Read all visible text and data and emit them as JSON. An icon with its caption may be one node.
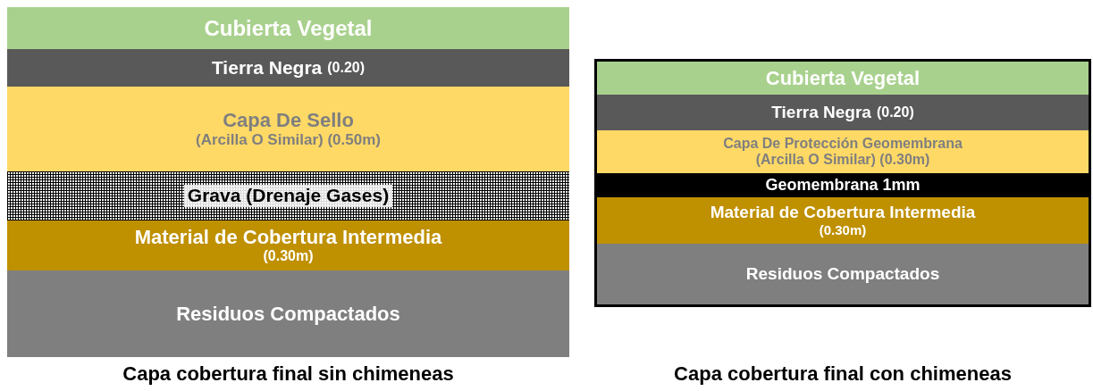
{
  "diagram": {
    "nodes": [
      {
        "text": [
          "Cubierta Vegetal"
        ]
      },
      {
        "text": [
          "Tierra Negra",
          "(0.20)"
        ]
      },
      {
        "text": [
          "Capa De Sello",
          "(Arcilla O Similar) (0.50m)"
        ]
      },
      {
        "text": [
          "Grava (Drenaje Gases)"
        ]
      },
      {
        "text": [
          "Material de Cobertura Intermedia",
          "(0.30m)"
        ]
      },
      {
        "text": [
          "Residuos Compactados"
        ]
      },
      {
        "text": [],
        "shape": "box"
      },
      {
        "text": [
          "Cubierta Vegetal"
        ],
        "in": 6
      },
      {
        "text": [
          "Tierra Negra",
          "(0.20)"
        ],
        "in": 6
      },
      {
        "text": [
          "Capa De Protección Geomembrana",
          "(Arcilla O Similar) (0.30m)"
        ],
        "in": 6
      },
      {
        "text": [
          "Geomembrana 1mm"
        ],
        "in": 6
      },
      {
        "text": [
          "Material de Cobertura Intermedia",
          "(0.30m)"
        ],
        "in": 6
      },
      {
        "text": [
          "Residuos Compactados"
        ],
        "in": 6
      }
    ],
    "labels": [
      "Capa cobertura final sin chimeneas",
      "Capa cobertura final con chimeneas"
    ]
  }
}
